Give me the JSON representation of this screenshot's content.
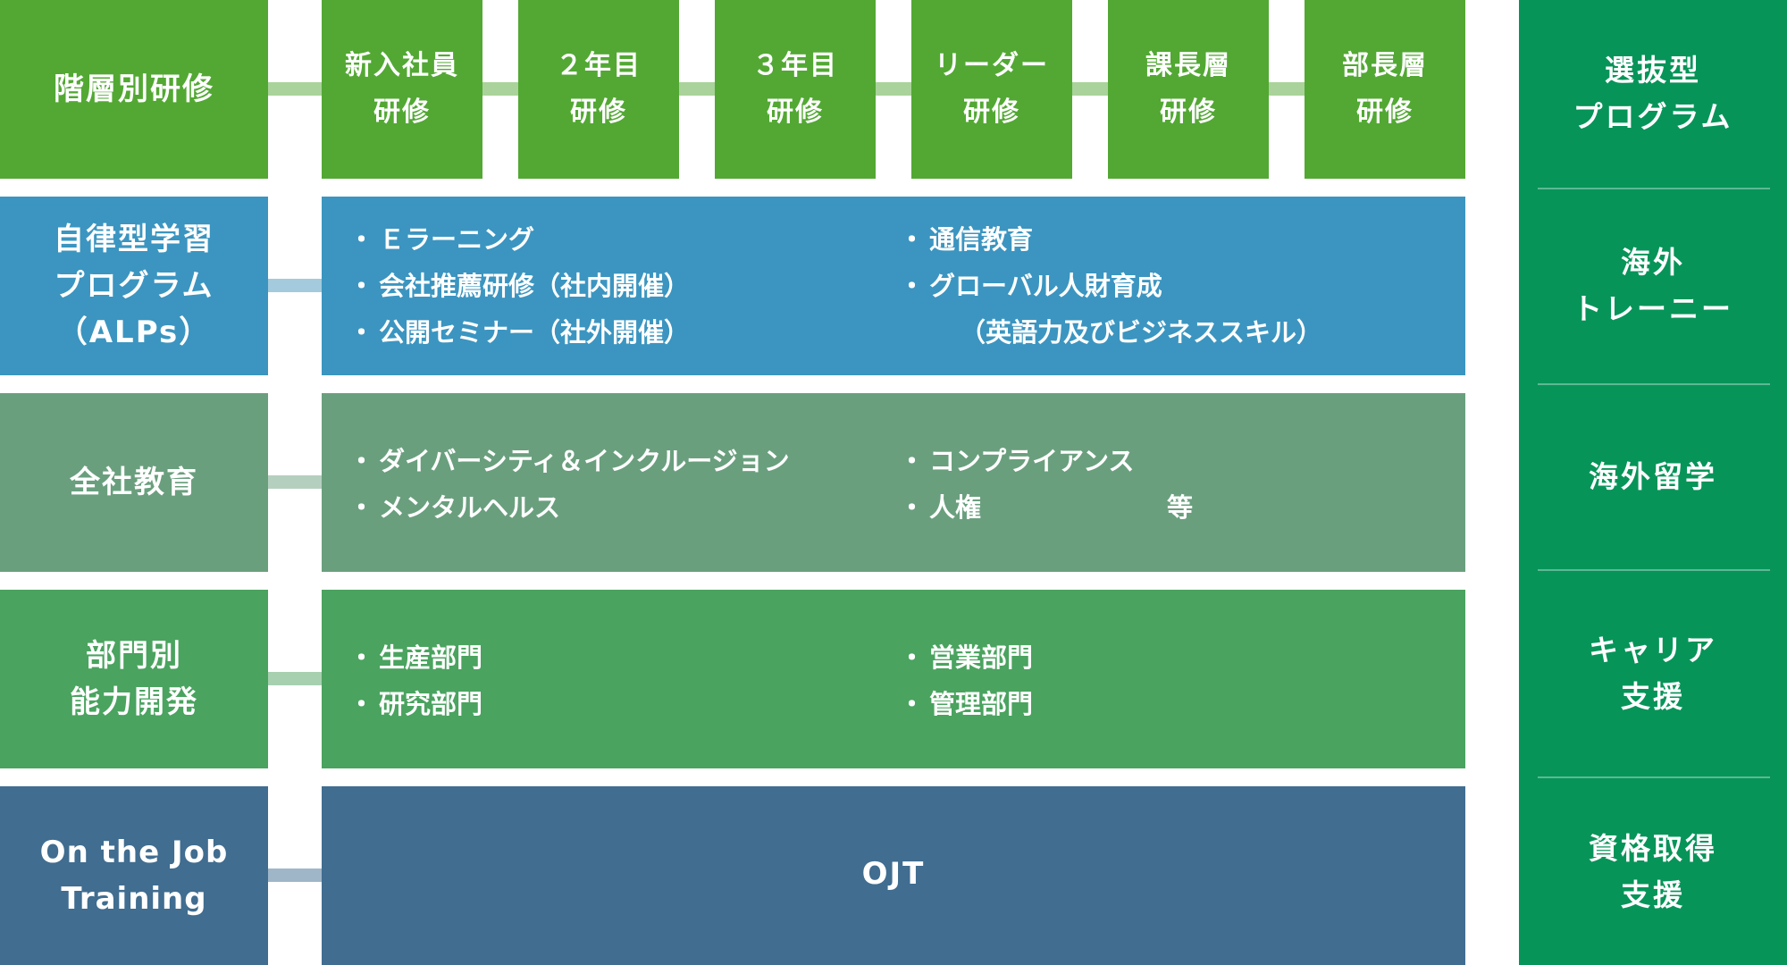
{
  "colors": {
    "green": "#52a833",
    "green_line": "#a9d39a",
    "blue": "#3b95c0",
    "blue_line": "#a3cadd",
    "sage": "#6a9f7e",
    "sage_line": "#b5cfbf",
    "mid_green": "#4aa35f",
    "mid_green_line": "#a6d0b0",
    "navy": "#406d90",
    "navy_line": "#9fb6c8",
    "right_panel": "#079459"
  },
  "rows": {
    "hierarchy": {
      "label": [
        "階層別研修"
      ],
      "steps": [
        [
          "新入社員",
          "研修"
        ],
        [
          "２年目",
          "研修"
        ],
        [
          "３年目",
          "研修"
        ],
        [
          "リーダー",
          "研修"
        ],
        [
          "課長層",
          "研修"
        ],
        [
          "部長層",
          "研修"
        ]
      ]
    },
    "alps": {
      "label": [
        "自律型学習",
        "プログラム",
        "（ALPs）"
      ],
      "col1": [
        "Ｅラーニング",
        "会社推薦研修（社内開催）",
        "公開セミナー（社外開催）"
      ],
      "col2": [
        "通信教育",
        "グローバル人財育成"
      ],
      "col2_extra": "（英語力及びビジネススキル）"
    },
    "company": {
      "label": [
        "全社教育"
      ],
      "col1": [
        "ダイバーシティ＆インクルージョン",
        "メンタルヘルス"
      ],
      "col2": [
        "コンプライアンス",
        "人権"
      ],
      "etc": "等"
    },
    "department": {
      "label": [
        "部門別",
        "能力開発"
      ],
      "col1": [
        "生産部門",
        "研究部門"
      ],
      "col2": [
        "営業部門",
        "管理部門"
      ]
    },
    "ojt": {
      "label": [
        "On the Job",
        "Training"
      ],
      "content": "OJT"
    }
  },
  "right_panel": [
    [
      "選抜型",
      "プログラム"
    ],
    [
      "海外",
      "トレーニー"
    ],
    [
      "海外留学"
    ],
    [
      "キャリア",
      "支援"
    ],
    [
      "資格取得",
      "支援"
    ]
  ]
}
